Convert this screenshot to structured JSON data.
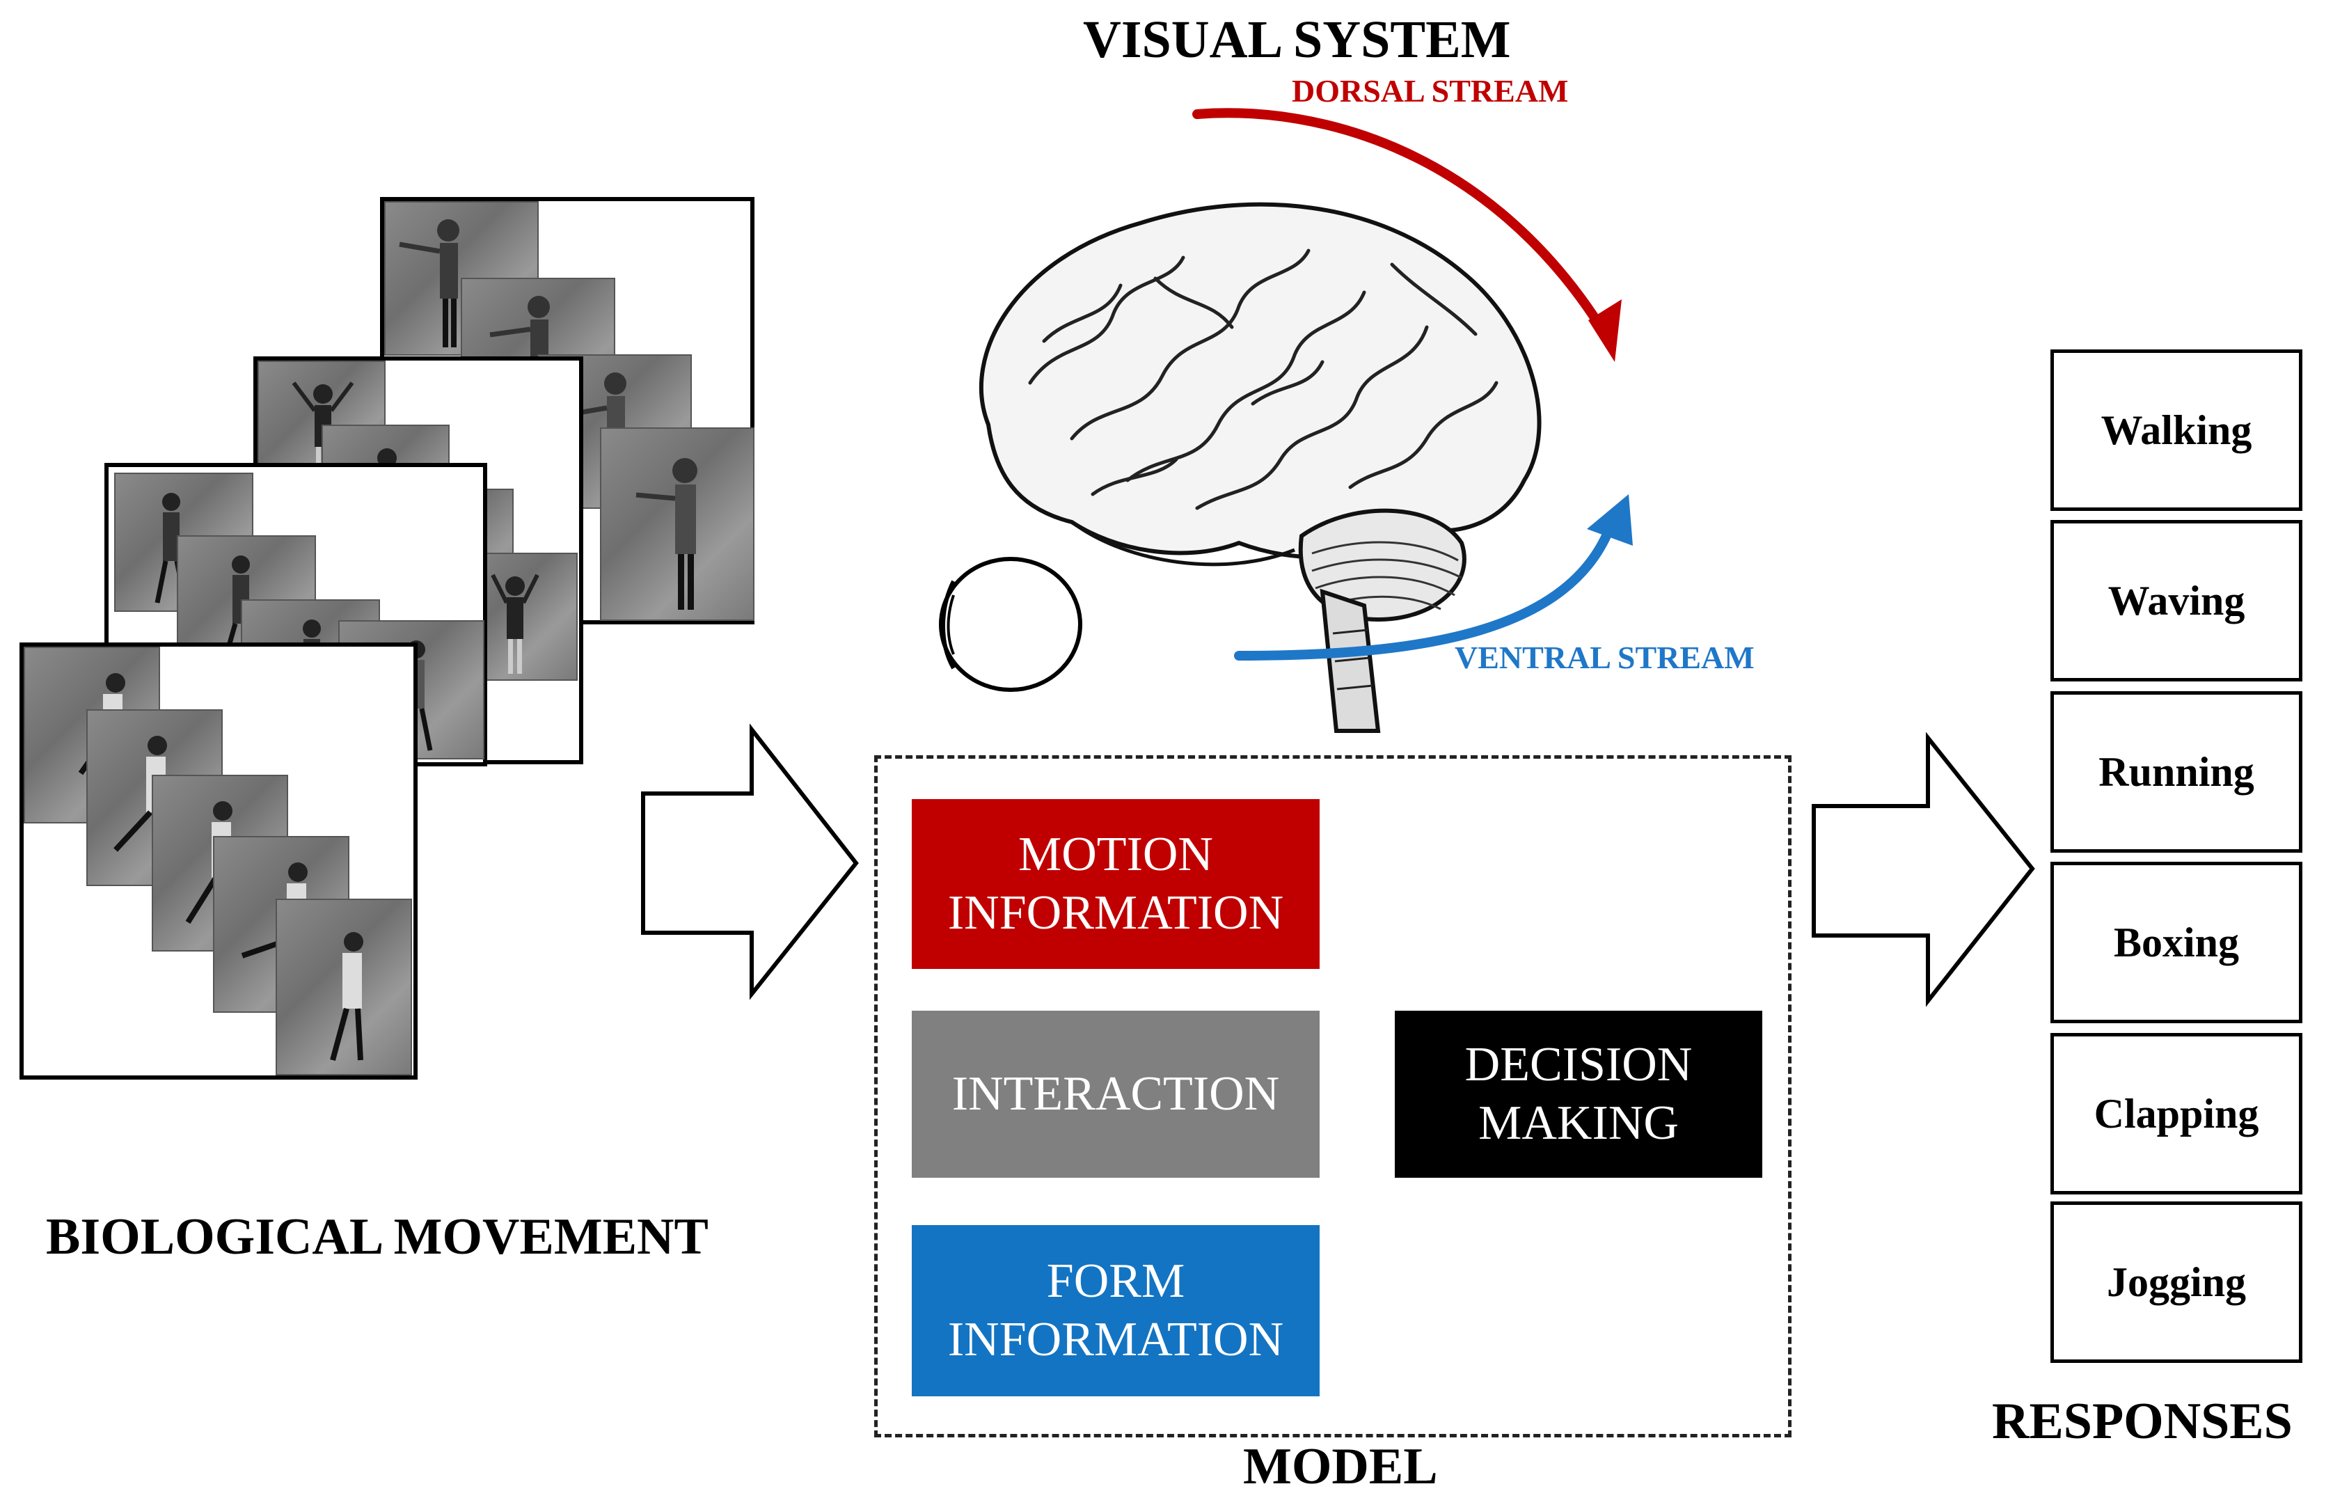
{
  "titles": {
    "visual_system": "VISUAL SYSTEM",
    "biological_movement": "BIOLOGICAL MOVEMENT",
    "model": "MODEL",
    "responses": "RESPONSES"
  },
  "streams": {
    "dorsal": {
      "label": "DORSAL STREAM",
      "color": "#c00000"
    },
    "ventral": {
      "label": "VENTRAL STREAM",
      "color": "#1f77c8"
    }
  },
  "model_blocks": {
    "motion": {
      "line1": "MOTION",
      "line2": "INFORMATION",
      "color": "#c00000"
    },
    "interaction": {
      "line1": "INTERACTION",
      "color": "#808080"
    },
    "form": {
      "line1": "FORM",
      "line2": "INFORMATION",
      "color": "#1374c3"
    },
    "decision": {
      "line1": "DECISION",
      "line2": "MAKING",
      "color": "#000000"
    }
  },
  "responses": [
    "Walking",
    "Waving",
    "Running",
    "Boxing",
    "Clapping",
    "Jogging"
  ],
  "icons": [
    "brain-illustration",
    "eye-icon",
    "arrow-right-icon",
    "human-figure-icon"
  ]
}
